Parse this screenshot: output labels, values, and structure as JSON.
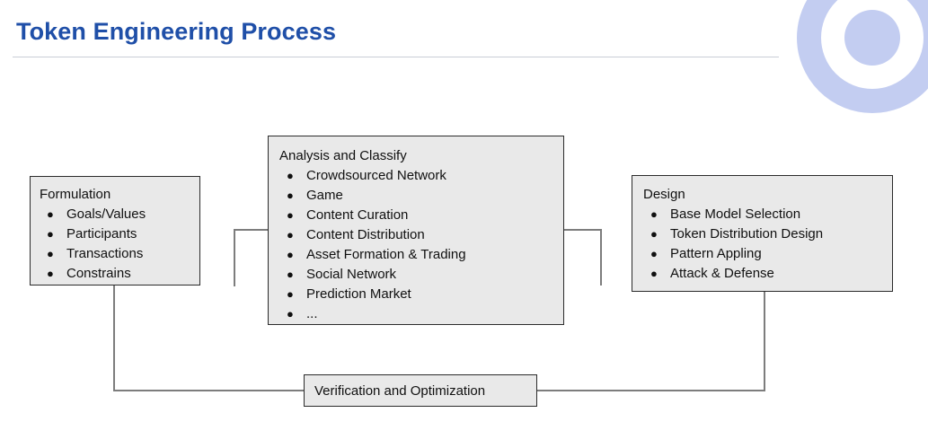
{
  "header": {
    "title": "Token Engineering Process",
    "title_color": "#1f4fa8"
  },
  "decoration": {
    "ring_icon": "concentric-circles-icon",
    "ring_color": "#c3cdf1"
  },
  "diagram": {
    "type": "flowchart",
    "box_fill": "#e9e9e9",
    "box_border": "#2b2b2b",
    "connector_color": "#7d7d7d",
    "bullet_glyph": "●",
    "nodes": [
      {
        "id": "formulation",
        "title": "Formulation",
        "items": [
          "Goals/Values",
          "Participants",
          "Transactions",
          "Constrains"
        ]
      },
      {
        "id": "analysis",
        "title": "Analysis and Classify",
        "items": [
          "Crowdsourced Network",
          "Game",
          "Content Curation",
          "Content Distribution",
          "Asset Formation & Trading",
          "Social Network",
          "Prediction Market",
          "..."
        ]
      },
      {
        "id": "design",
        "title": "Design",
        "items": [
          "Base Model Selection",
          "Token Distribution Design",
          "Pattern Appling",
          "Attack & Defense"
        ]
      },
      {
        "id": "verification",
        "title": "Verification and Optimization",
        "items": []
      }
    ],
    "connectors": [
      {
        "id": "formulation-to-analysis",
        "from": "formulation",
        "to": "analysis"
      },
      {
        "id": "analysis-to-design",
        "from": "analysis",
        "to": "design"
      },
      {
        "id": "formulation-to-verification",
        "from": "formulation",
        "to": "verification"
      },
      {
        "id": "design-to-verification",
        "from": "design",
        "to": "verification"
      }
    ]
  }
}
